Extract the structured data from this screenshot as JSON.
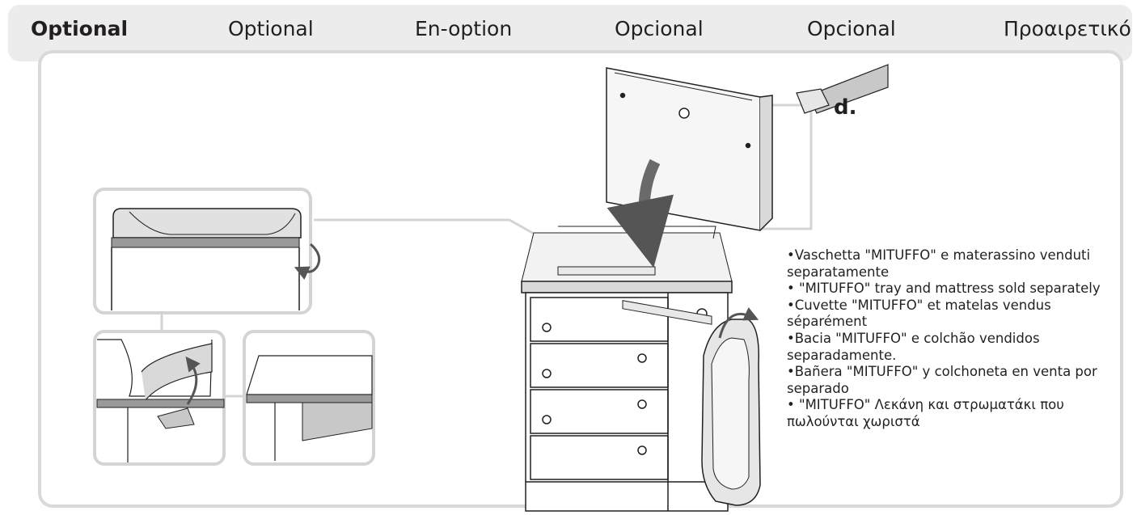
{
  "header": {
    "languages": [
      {
        "label": "Optional"
      },
      {
        "label": "Optional"
      },
      {
        "label": "En-option"
      },
      {
        "label": "Opcional"
      },
      {
        "label": "Opcional"
      },
      {
        "label": "Προαιρετικό"
      }
    ]
  },
  "figure": {
    "part_label": "d."
  },
  "notes": [
    "•Vaschetta \"MITUFFO\" e materassino venduti separatamente",
    "• \"MITUFFO\" tray and mattress sold separately",
    "•Cuvette \"MITUFFO\" et matelas vendus séparément",
    "•Bacia \"MITUFFO\"  e colchão vendidos separadamente.",
    "•Bañera \"MITUFFO\" y colchoneta en venta por separado",
    "• \"MITUFFO\" Λεκάνη και στρωματάκι που πωλούνται χωριστά"
  ],
  "colors": {
    "header_bg": "#ececed",
    "panel_border": "#d9d9da",
    "ink": "#231f20"
  }
}
